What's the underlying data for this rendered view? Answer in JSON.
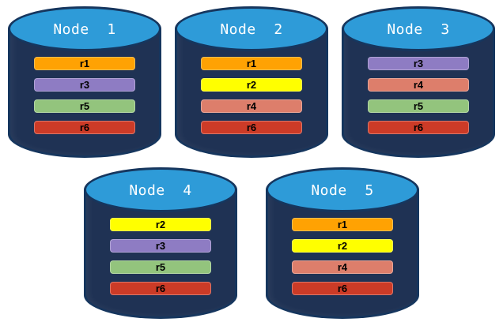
{
  "diagram": {
    "description": "Five database nodes with replicated partitions",
    "nodes": [
      {
        "name": "Node  1",
        "replicas": [
          "r1",
          "r3",
          "r5",
          "r6"
        ]
      },
      {
        "name": "Node  2",
        "replicas": [
          "r1",
          "r2",
          "r4",
          "r6"
        ]
      },
      {
        "name": "Node  3",
        "replicas": [
          "r3",
          "r4",
          "r5",
          "r6"
        ]
      },
      {
        "name": "Node  4",
        "replicas": [
          "r2",
          "r3",
          "r5",
          "r6"
        ]
      },
      {
        "name": "Node  5",
        "replicas": [
          "r1",
          "r2",
          "r4",
          "r6"
        ]
      }
    ],
    "replica_colors": {
      "r1": "#FFA203",
      "r2": "#FFFF00",
      "r3": "#8E7CC3",
      "r4": "#DD7E6B",
      "r5": "#93C47D",
      "r6": "#CC3B27"
    },
    "colors": {
      "background": "#FFFFFF",
      "cylinder_body": "#1F3254",
      "cylinder_outline": "#16365E",
      "cylinder_top": "#2E9BD8",
      "title_text": "#FFFFFF",
      "bar_text": "#000000"
    }
  }
}
